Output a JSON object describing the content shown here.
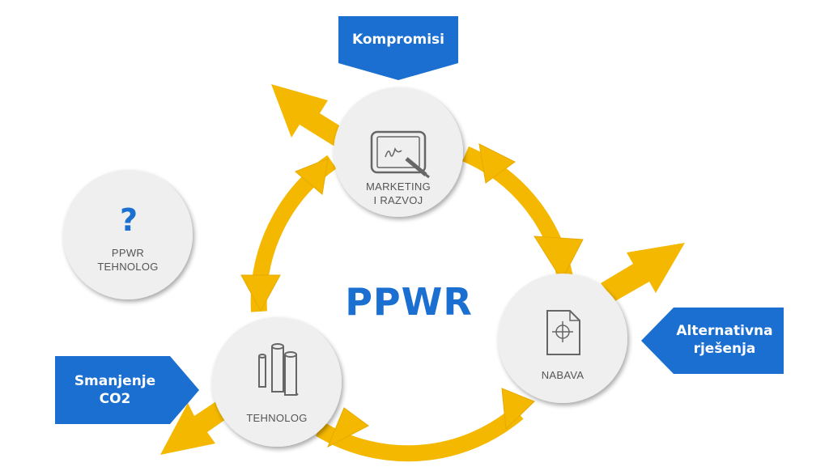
{
  "diagram": {
    "center_title": "PPWR",
    "nodes": {
      "marketing": {
        "lines": [
          "MARKETING",
          "I RAZVOJ"
        ],
        "icon": "drawing-tablet-icon"
      },
      "nabava": {
        "lines": [
          "NABAVA"
        ],
        "icon": "document-crosshair-icon"
      },
      "tehnolog": {
        "lines": [
          "TEHNOLOG"
        ],
        "icon": "rolls-icon"
      },
      "ppwr_tehnolog": {
        "symbol": "?",
        "lines": [
          "PPWR",
          "TEHNOLOG"
        ]
      }
    },
    "callouts": {
      "top": {
        "lines": [
          "Kompromisi"
        ]
      },
      "right": {
        "lines": [
          "Alternativna",
          "rješenja"
        ]
      },
      "left": {
        "lines": [
          "Smanjenje",
          "CO2"
        ]
      }
    },
    "colors": {
      "arrow": "#f5b800",
      "arrow_edge": "#e0a800",
      "callout": "#1a6fd0",
      "title": "#1a6fd0",
      "node_fill": "#efefef",
      "node_text": "#555555",
      "icon": "#666666"
    }
  }
}
